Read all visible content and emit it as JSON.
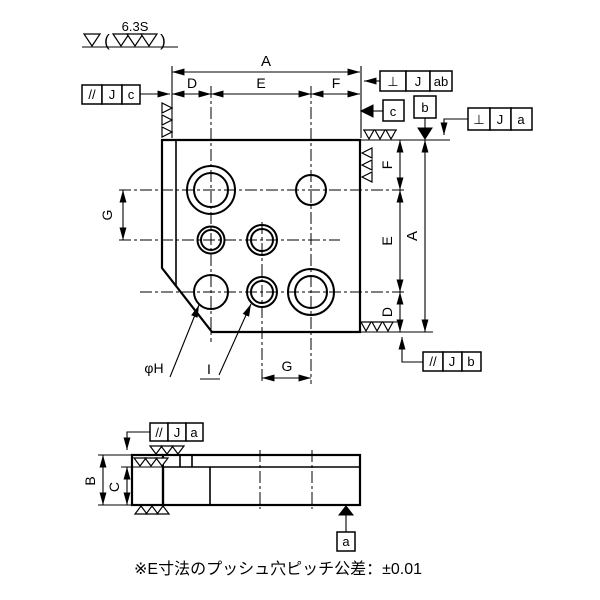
{
  "note": "※E寸法のプッシュ穴ピッチ公差：±0.01",
  "surface_finish": {
    "grade": "6.3S",
    "open_paren": "(",
    "close_paren": ")"
  },
  "dims": {
    "A": "A",
    "B": "B",
    "C": "C",
    "D": "D",
    "E": "E",
    "F": "F",
    "G": "G"
  },
  "hole_labels": {
    "counterbore_dia": "φH",
    "through_hole": "I"
  },
  "datums": {
    "a": "a",
    "b": "b",
    "c": "c"
  },
  "fcf": {
    "parallel_j_c": {
      "symbol": "//",
      "datum": "J",
      "ref": "c"
    },
    "perp_j_ab": {
      "symbol": "⊥",
      "datum": "J",
      "ref": "ab"
    },
    "perp_j_a": {
      "symbol": "⊥",
      "datum": "J",
      "ref": "a"
    },
    "parallel_j_b": {
      "symbol": "//",
      "datum": "J",
      "ref": "b"
    },
    "parallel_j_a": {
      "symbol": "//",
      "datum": "J",
      "ref": "a"
    }
  },
  "colors": {
    "plate_fill": "#dff3f7",
    "line": "#000000"
  }
}
